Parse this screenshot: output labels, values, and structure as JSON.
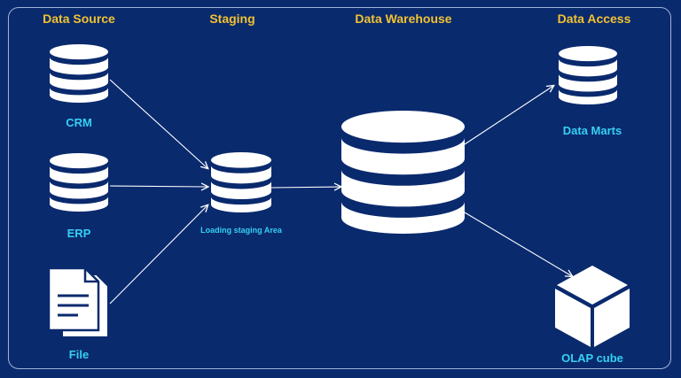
{
  "colors": {
    "background": "#0a2a6e",
    "header": "#f2c230",
    "label": "#35d0f2",
    "icon": "#ffffff",
    "border": "#9fb3d9"
  },
  "headers": {
    "source": "Data Source",
    "staging": "Staging",
    "warehouse": "Data Warehouse",
    "access": "Data Access"
  },
  "nodes": {
    "crm": {
      "label": "CRM",
      "icon": "database-icon"
    },
    "erp": {
      "label": "ERP",
      "icon": "database-icon"
    },
    "file": {
      "label": "File",
      "icon": "documents-icon"
    },
    "staging": {
      "label": "Loading staging Area",
      "icon": "database-icon"
    },
    "warehouse": {
      "icon": "database-icon"
    },
    "marts": {
      "label": "Data Marts",
      "icon": "database-icon"
    },
    "olap": {
      "label": "OLAP cube",
      "icon": "cube-icon"
    }
  }
}
